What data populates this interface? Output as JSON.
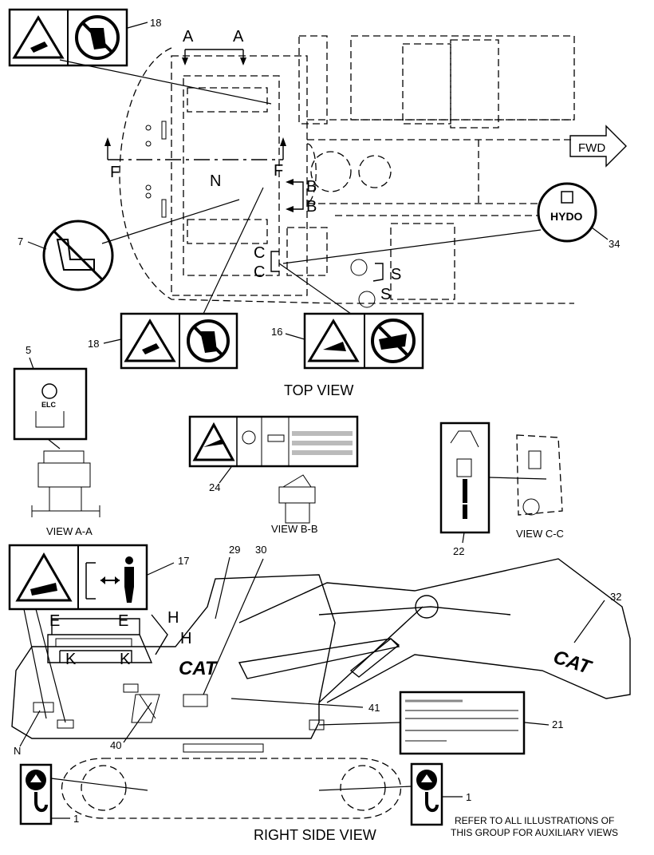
{
  "views": {
    "top": "TOP VIEW",
    "aa": "VIEW A-A",
    "bb": "VIEW B-B",
    "cc": "VIEW C-C",
    "right_side": "RIGHT SIDE VIEW"
  },
  "direction": "FWD",
  "hydo_brand": "HYDO",
  "logo_text": "CAT",
  "elc_text": "ELC",
  "callouts": {
    "c18_top": "18",
    "c7": "7",
    "c34": "34",
    "c18_bottom": "18",
    "c16": "16",
    "c5": "5",
    "c24": "24",
    "c22": "22",
    "c17": "17",
    "c29": "29",
    "c30": "30",
    "c32": "32",
    "c41": "41",
    "c21": "21",
    "c40": "40",
    "cN": "N",
    "c1_left": "1",
    "c1_right": "1"
  },
  "section_letters": {
    "a1": "A",
    "a2": "A",
    "f1": "F",
    "f2": "F",
    "n": "N",
    "b1": "B",
    "b2": "B",
    "c1": "C",
    "c2": "C",
    "s1": "S",
    "s2": "S",
    "e1": "E",
    "e2": "E",
    "h1": "H",
    "h2": "H",
    "k1": "K",
    "k2": "K"
  },
  "note": {
    "line1": "REFER TO ALL ILLUSTRATIONS OF",
    "line2": "THIS GROUP FOR AUXILIARY VIEWS"
  }
}
